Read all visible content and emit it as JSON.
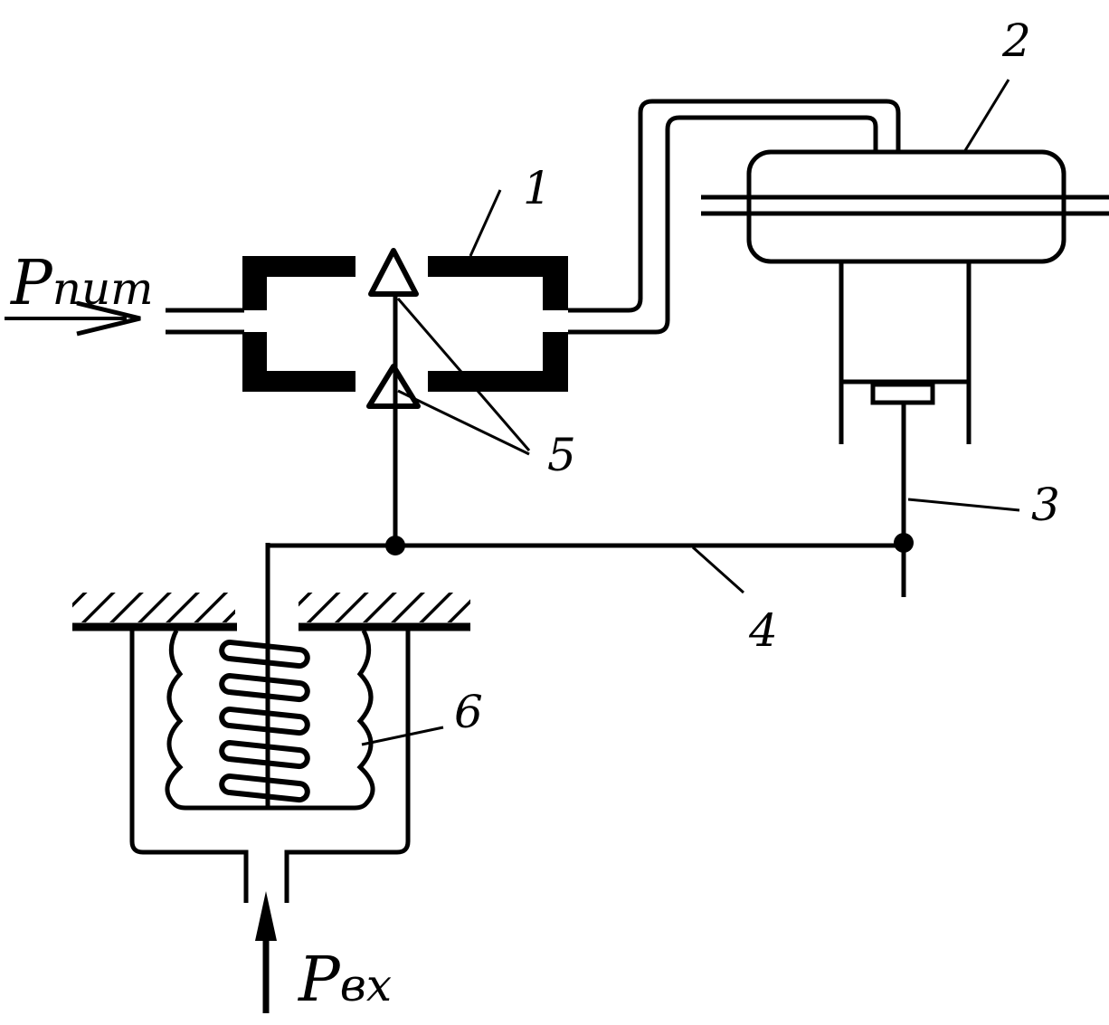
{
  "labels": {
    "supply_main": "P",
    "supply_sub": "пит",
    "input_main": "P",
    "input_sub": "вх",
    "n1": "1",
    "n2": "2",
    "n3": "3",
    "n4": "4",
    "n5": "5",
    "n6": "6"
  },
  "colors": {
    "ink": "#000000",
    "paper": "#ffffff"
  }
}
